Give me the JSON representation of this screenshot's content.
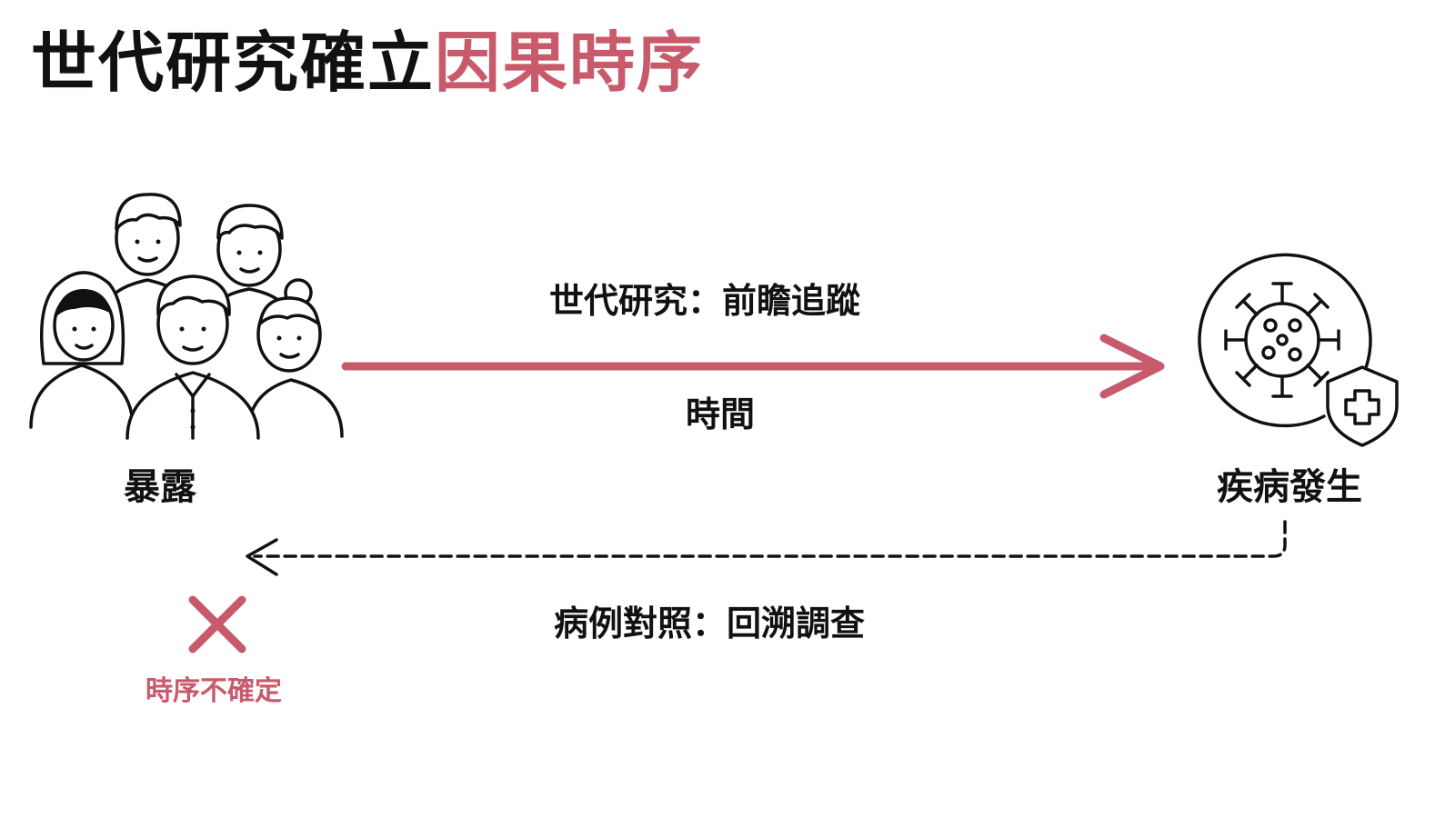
{
  "title": {
    "main": "世代研究確立",
    "accent": "因果時序"
  },
  "exposure": {
    "label": "暴露",
    "icon": "people-group-icon"
  },
  "disease": {
    "label": "疾病發生",
    "icon": "virus-shield-icon"
  },
  "cohort": {
    "label": "世代研究：前瞻追蹤",
    "axis_label": "時間"
  },
  "case_control": {
    "label": "病例對照：回溯調查",
    "note": "時序不確定",
    "icon": "cross-icon"
  },
  "colors": {
    "accent": "#c85a6c",
    "ink": "#111111",
    "background": "#ffffff"
  }
}
